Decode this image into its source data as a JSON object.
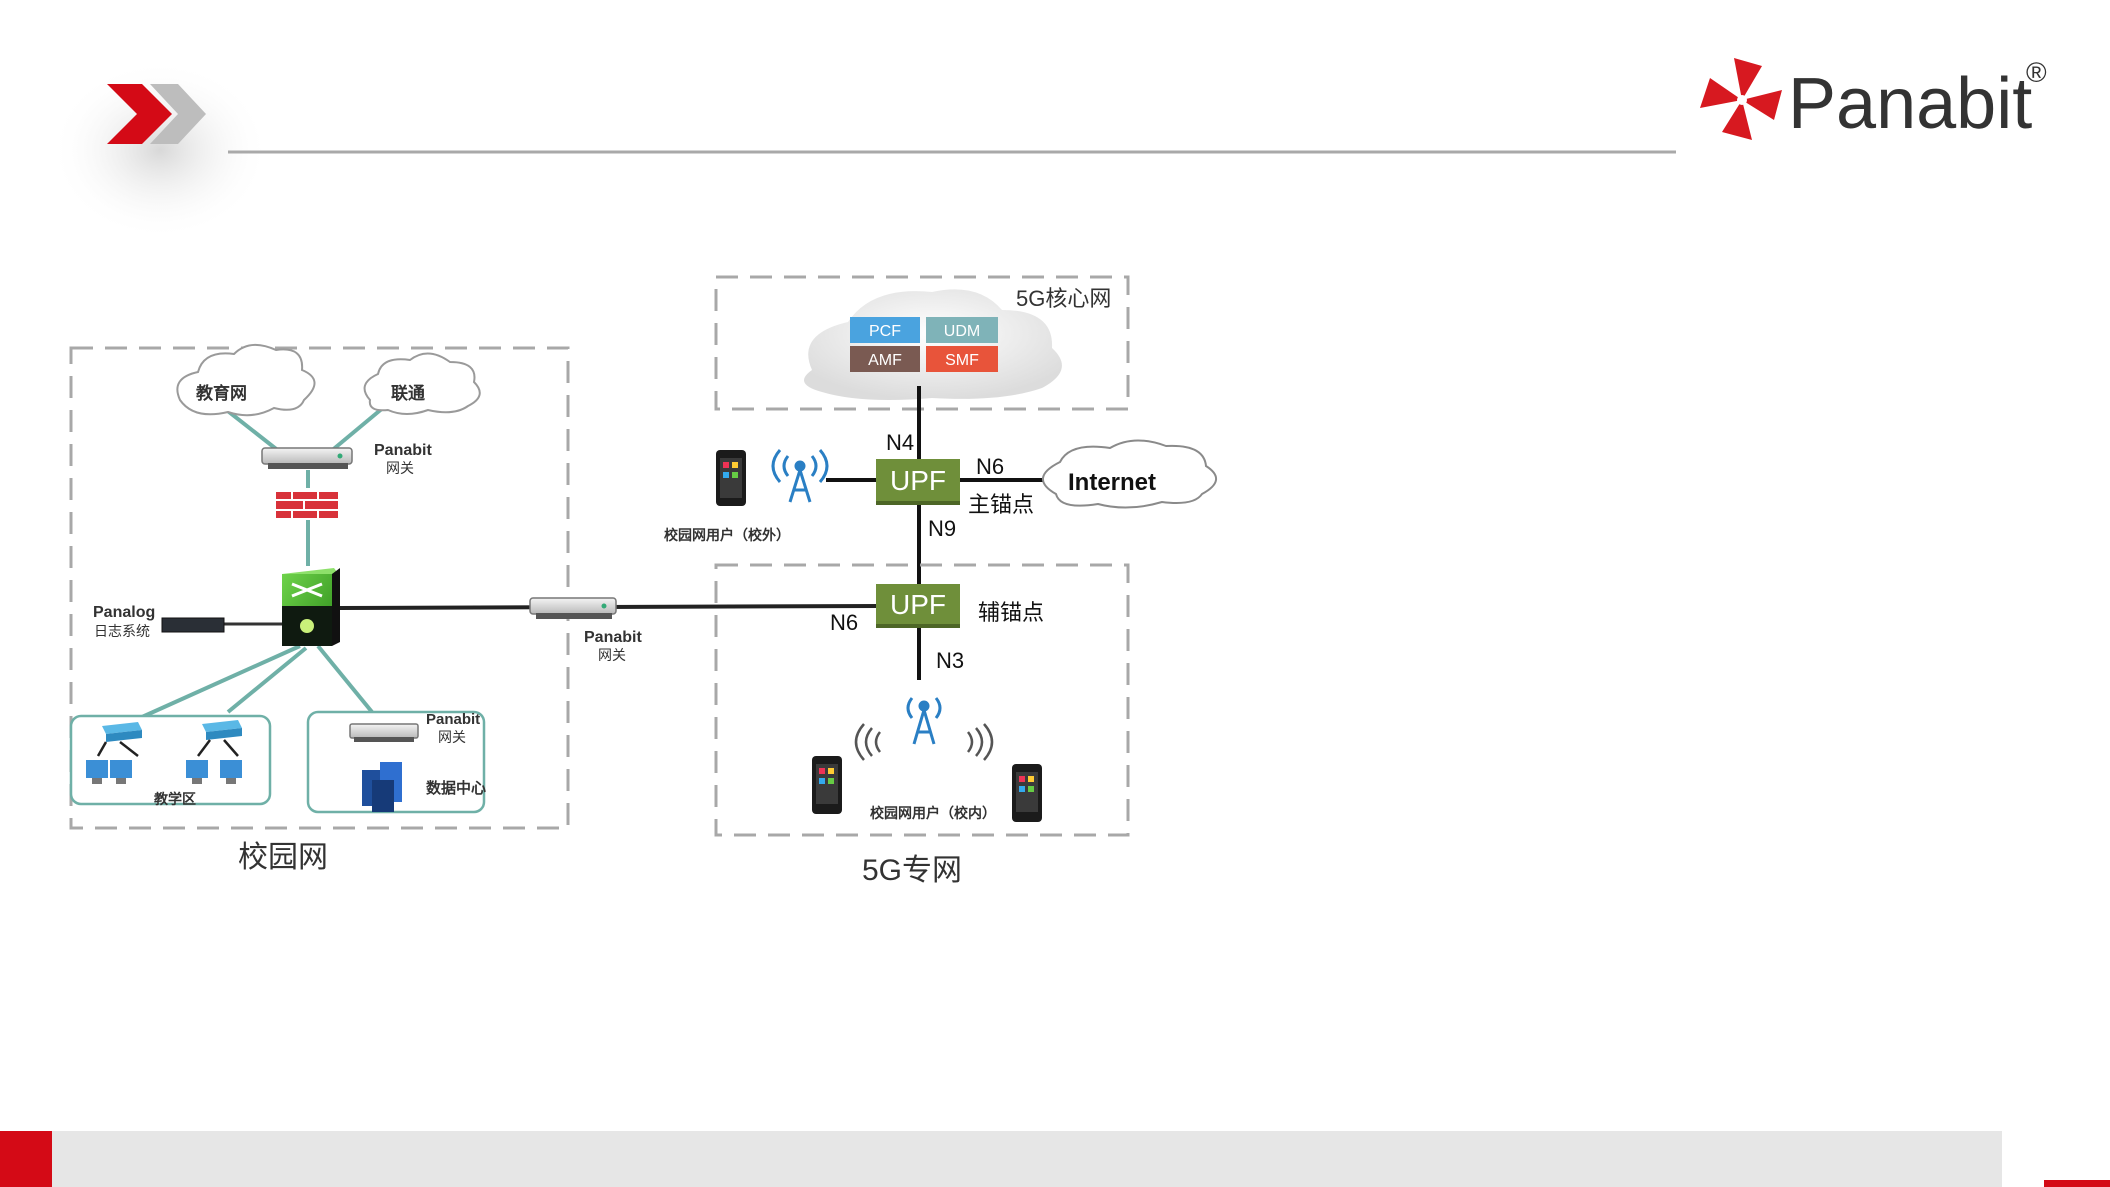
{
  "brand": {
    "name": "Panabit",
    "registered_mark": "®",
    "accent_color": "#e0001a"
  },
  "campus": {
    "cloud_edu": "教育网",
    "cloud_unicom": "联通",
    "panabit_top": "Panabit",
    "panabit_top_sub": "网关",
    "panalog": "Panalog",
    "panalog_sub": "日志系统",
    "panabit_dc": "Panabit",
    "panabit_dc_sub": "网关",
    "teaching_area": "教学区",
    "data_center": "数据中心",
    "title": "校园网"
  },
  "link": {
    "panabit_mid": "Panabit",
    "panabit_mid_sub": "网关"
  },
  "core": {
    "title": "5G核心网",
    "nf": [
      "PCF",
      "UDM",
      "AMF",
      "SMF"
    ],
    "nf_colors": [
      "#4aa3df",
      "#7fb3b8",
      "#7a5a52",
      "#e8543a"
    ]
  },
  "fiveg": {
    "upf_main": "UPF",
    "upf_aux": "UPF",
    "n4": "N4",
    "n6_top": "N6",
    "n9": "N9",
    "n6_bottom": "N6",
    "n3": "N3",
    "main_anchor": "主锚点",
    "aux_anchor": "辅锚点",
    "internet": "Internet",
    "user_outside": "校园网用户（校外）",
    "user_inside": "校园网用户（校内）",
    "title": "5G专网",
    "upf_color": "#6f8f3a"
  }
}
